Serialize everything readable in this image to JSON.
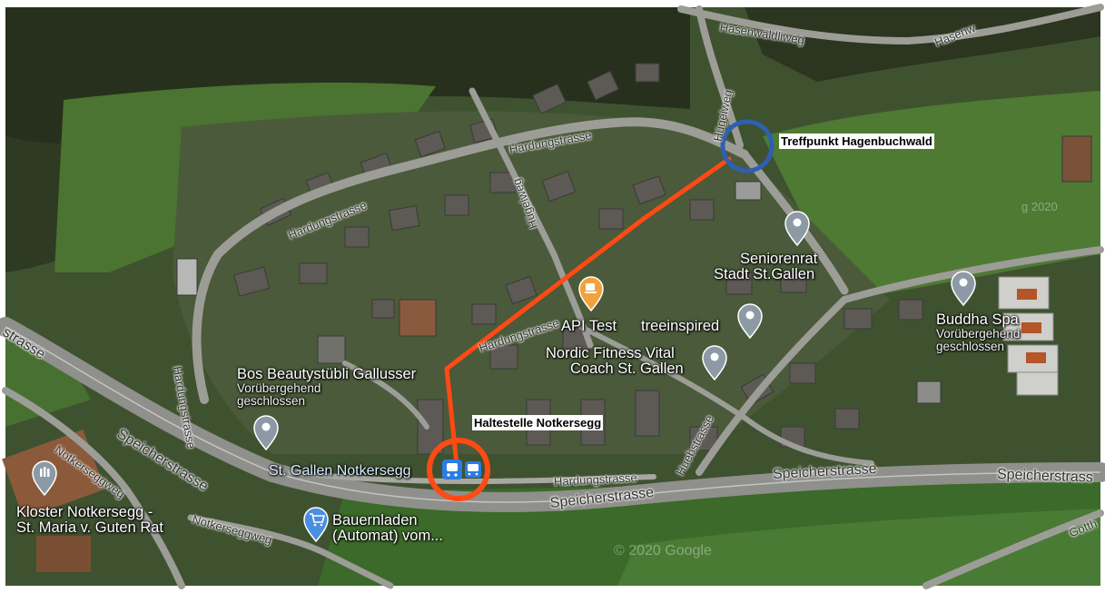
{
  "annotations": {
    "meeting_point": "Treffpunkt Hagenbuchwald",
    "bus_stop": "Haltestelle Notkersegg"
  },
  "pois": {
    "senioren_1": "Seniorenrat",
    "senioren_2": "Stadt St.Gallen",
    "buddha": "Buddha Spa",
    "buddha_s1": "Vorübergehend",
    "buddha_s2": "geschlossen",
    "api": "API Test",
    "treeinspired": "treeinspired",
    "nordic_1": "Nordic Fitness Vital",
    "nordic_2": "Coach St. Gallen",
    "bos": "Bos Beautystübli Gallusser",
    "bos_s1": "Vorübergehend",
    "bos_s2": "geschlossen",
    "stop": "St. Gallen Notkersegg",
    "kloster_1": "Kloster Notkersegg -",
    "kloster_2": "St. Maria v. Guten Rat",
    "bauern_1": "Bauernladen",
    "bauern_2": "(Automat) vom..."
  },
  "roads": {
    "hasenwaldliweg": "Hasenwäldliweg",
    "hasenw": "Hasenw",
    "huegelweg_top": "Hügelweg",
    "huegelweg_mid": "Hügelweg",
    "hardung_1": "Hardungstrasse",
    "hardung_2": "Hardungstrasse",
    "hardung_3": "Hardungstrasse",
    "hardung_4": "Hardungstrasse",
    "hardung_5": "Hardungstrasse",
    "speicher_1": "Speicherstrasse",
    "speicher_2": "Speicherstrasse",
    "speicher_3": "Speicherstrasse",
    "speicher_4": "Speicherstrass",
    "huebstrasse": "Huebstrasse",
    "notkerseggweg_1": "Notkerseggweg",
    "notkerseggweg_2": "Notkerseggweg",
    "strasse_left": "strasse",
    "gotth": "Gotth"
  },
  "watermarks": {
    "w1": "© 2020 Google",
    "w2": "g 2020"
  },
  "colors": {
    "route": "#ff4a14",
    "meeting_ring": "#2f5fb0",
    "stop_ring": "#ff4a14",
    "pin_gray": "#8c9aa6",
    "pin_orange": "#f2a23a",
    "pin_blue": "#4a8ee0",
    "transit_blue": "#2a7de1"
  }
}
